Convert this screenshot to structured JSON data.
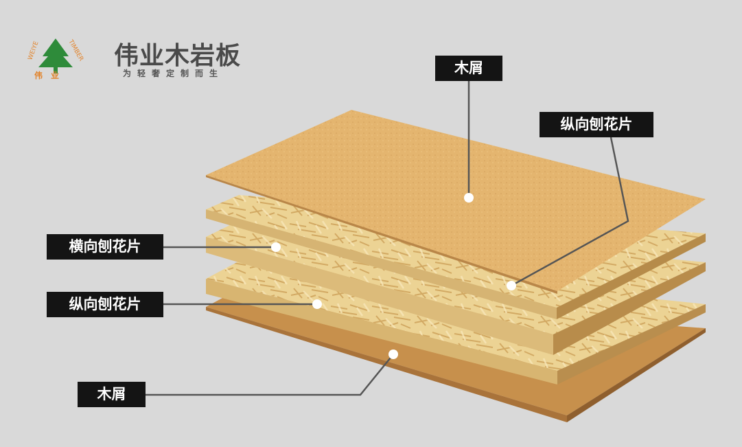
{
  "brand": {
    "name_cn": "伟业木岩板",
    "slogan": "为轻奢定制而生",
    "logo_arc_text": "WEIYE TIMBER",
    "logo_base_text": "伟  业",
    "colors": {
      "tree": "#2e8b3a",
      "arc": "#e2832a",
      "base": "#e2832a",
      "name": "#4a4a4a"
    }
  },
  "layers": [
    {
      "id": "top-wood-chip",
      "label": "木屑"
    },
    {
      "id": "longitudinal-strands-upper",
      "label": "纵向刨花片"
    },
    {
      "id": "transverse-strands",
      "label": "横向刨花片"
    },
    {
      "id": "longitudinal-strands-lower",
      "label": "纵向刨花片"
    },
    {
      "id": "bottom-wood-chip",
      "label": "木屑"
    }
  ],
  "colors": {
    "background": "#d9d9d9",
    "label_bg": "#141414",
    "label_text": "#ffffff",
    "leader_line": "#555555",
    "wood_chip_top": "#e3b26d",
    "osb_face": "#ead08f",
    "osb_edge": "#d8b571",
    "bottom_sheet": "#c8924f"
  }
}
